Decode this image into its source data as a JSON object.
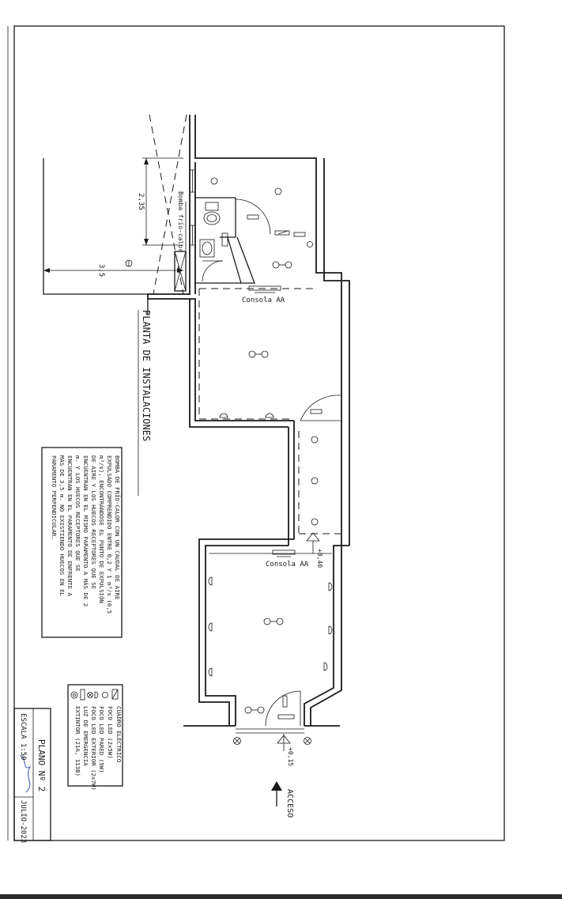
{
  "title": "PLANTA DE INSTALACIONES",
  "labels": {
    "bomba": "Bomba frío-calor",
    "consola_top": "Consola AA",
    "consola_bottom": "Consola AA",
    "acceso": "ACCESO",
    "level_1": "+0,40",
    "level_2": "+0,15"
  },
  "dimensions": {
    "d1": "2,35",
    "d2": "3,5"
  },
  "note": [
    "BOMBA DE FRÍO-CALOR CON UN CAUDAL DE AIRE",
    "EXPULSADO COMPRENDIDO ENTRE 0,2 Y 1 m³/s (0,5",
    "m³/s), ENCONTRÁNDOSE EL PUNTO DE EXPULSIÓN",
    "DE AIRE Y LOS HUECOS RECEPTORES QUE SE",
    "ENCUENTRAN EN EL MISMO PARAMENTO A MÁS DE 2",
    "m. Y LOS HUECOS RECEPTORES QUE SE",
    "ENCUENTRAN EN EL PARAMENTO DE ENFRENTE A",
    "MÁS DE 3,5 m. NO EXISTIENDO HUECOS EN EL",
    "PARAMENTO PERPENDICULAR."
  ],
  "legend": [
    "CUADRO ELÉCTRICO",
    "FOCO LED (2x5W)",
    "FOCO LED PARED (5W)",
    "FOCO LED EXTERIOR (2x7W)",
    "LUZ DE EMERGENCIA",
    "EXTINTOR (21A, 113B)"
  ],
  "title_block": {
    "plano": "PLANO Nº 2",
    "escala": "ESCALA 1:50",
    "fecha": "JULIO-2023"
  }
}
